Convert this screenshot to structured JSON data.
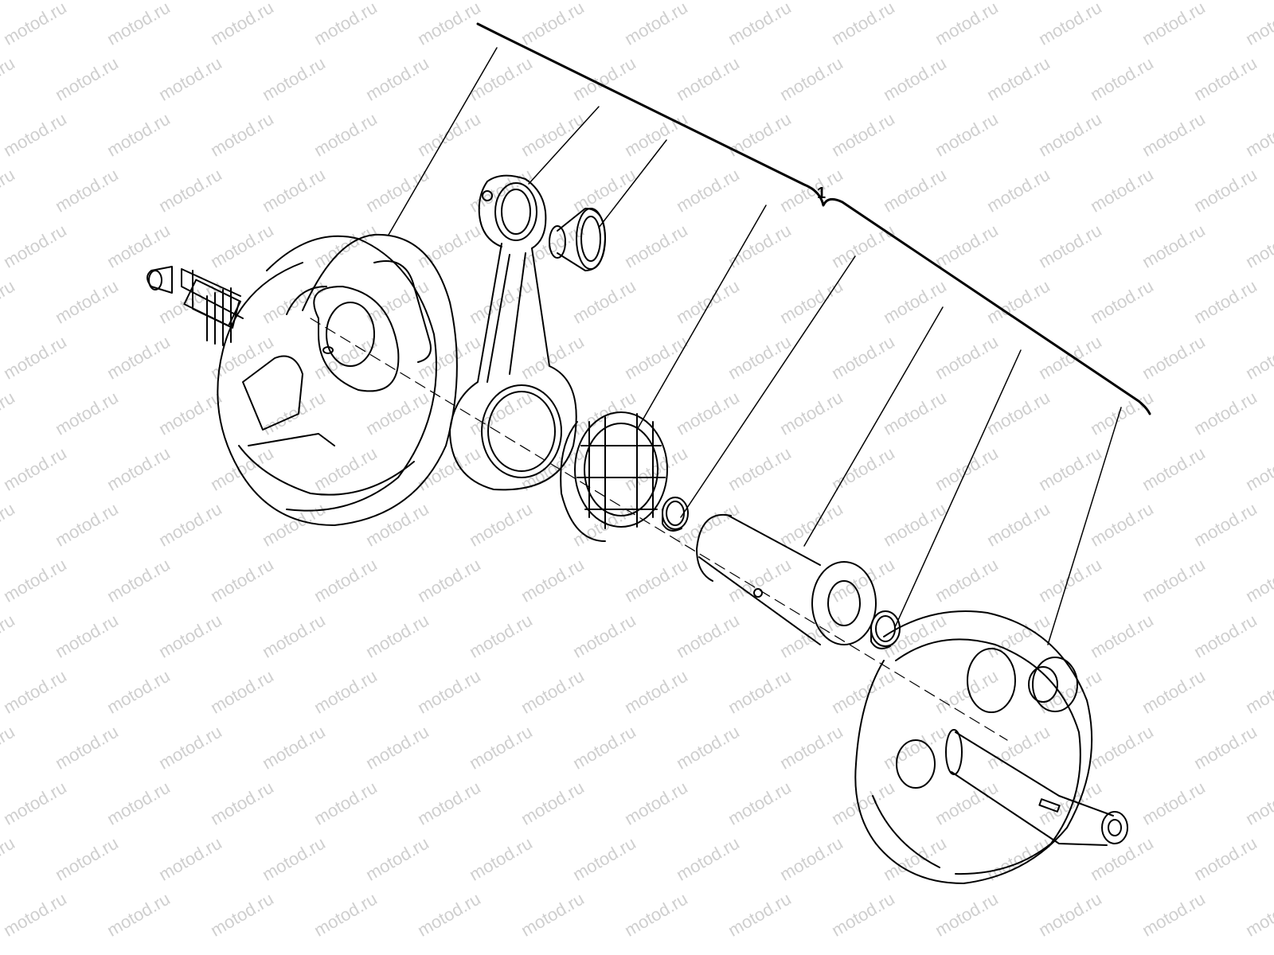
{
  "diagram": {
    "callouts": [
      {
        "label": "1"
      }
    ],
    "parts": [
      "crank-half-left",
      "connecting-rod",
      "small-end-bushing",
      "big-end-needle-bearing",
      "thrust-washer-left",
      "crank-pin",
      "thrust-washer-right",
      "crank-half-right"
    ],
    "watermark": "motod.ru"
  },
  "colors": {
    "line": "#000000",
    "watermark": "#cfcfcf",
    "background": "#ffffff"
  }
}
